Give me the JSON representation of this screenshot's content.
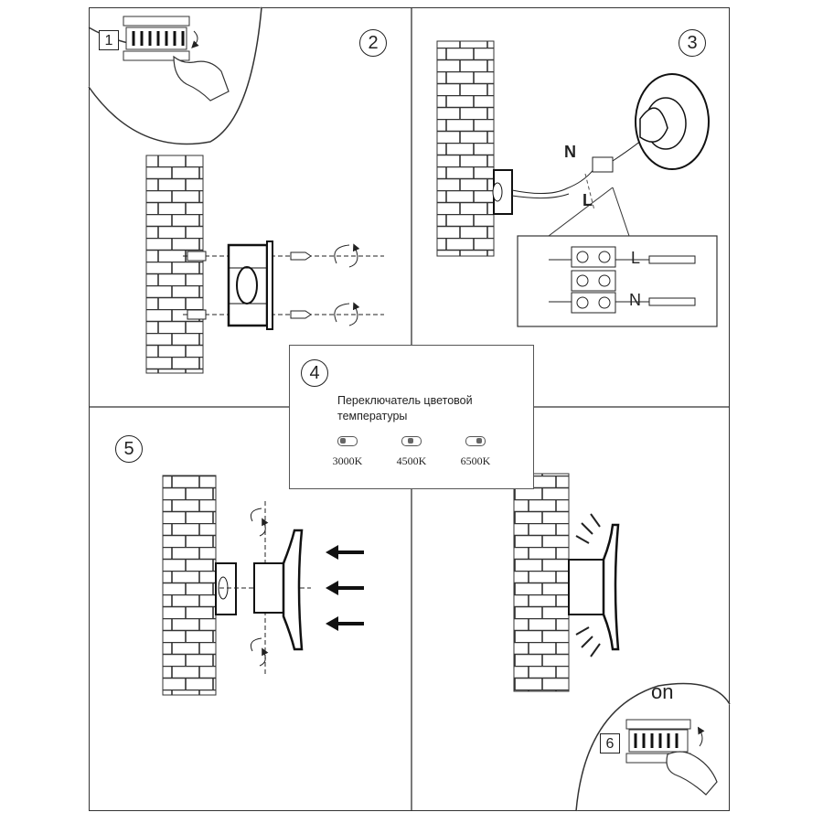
{
  "steps": {
    "s1": "1",
    "s2": "2",
    "s3": "3",
    "s4": "4",
    "s5": "5",
    "s6": "6"
  },
  "wiring": {
    "neutral": "N",
    "live": "L",
    "detail_live": "L",
    "detail_neutral": "N"
  },
  "color_switch": {
    "title": "Переключатель цветовой температуры",
    "options": [
      {
        "label": "3000K",
        "position": "left"
      },
      {
        "label": "4500K",
        "position": "middle"
      },
      {
        "label": "6500K",
        "position": "right"
      }
    ]
  },
  "power_on_label": "on",
  "icons": [
    "circuit-breaker-icon",
    "hand-icon",
    "screw-icon",
    "rotate-arrow-icon",
    "push-arrow-icon",
    "brick-wall-icon",
    "lamp-icon"
  ],
  "colors": {
    "line": "#222222",
    "background": "#ffffff"
  }
}
